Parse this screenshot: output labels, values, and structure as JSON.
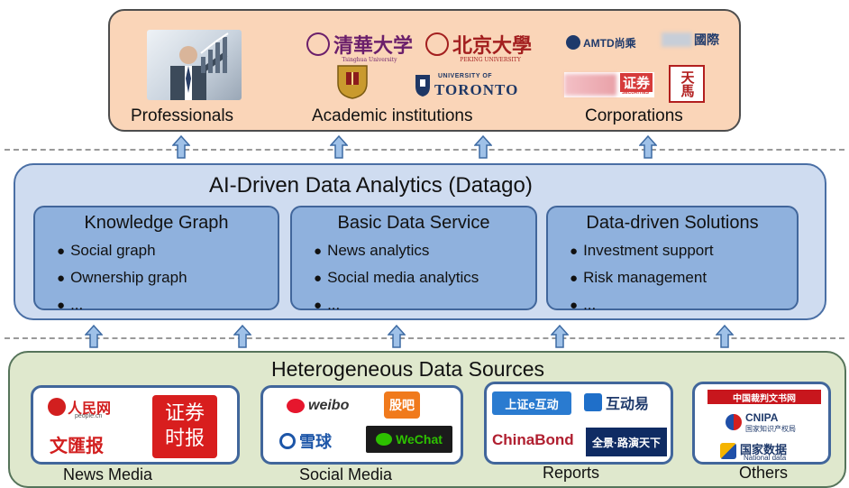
{
  "top": {
    "consumers": [
      "Professionals",
      "Academic institutions",
      "Corporations"
    ],
    "academic_logos": {
      "tsinghua_cn": "清華大学",
      "tsinghua_en": "Tsinghua University",
      "peking_cn": "北京大學",
      "peking_en": "PEKING UNIVERSITY",
      "toronto_top": "UNIVERSITY OF",
      "toronto_main": "TORONTO"
    },
    "corporate_logos": {
      "amtd": "AMTD尚乘",
      "intl": "國際",
      "securities_cn": "证券",
      "securities_en": "SECURITIES",
      "tianma": "天馬"
    }
  },
  "middle": {
    "title": "AI-Driven Data Analytics (Datago)",
    "modules": [
      {
        "title": "Knowledge Graph",
        "items": [
          "Social graph",
          "Ownership graph",
          "..."
        ]
      },
      {
        "title": "Basic Data Service",
        "items": [
          "News analytics",
          "Social media analytics",
          "..."
        ]
      },
      {
        "title": "Data-driven Solutions",
        "items": [
          "Investment support",
          "Risk management",
          "..."
        ]
      }
    ]
  },
  "bottom": {
    "title": "Heterogeneous Data Sources",
    "groups": [
      {
        "label": "News Media",
        "logos": [
          "人民网",
          "people.cn",
          "文匯报",
          "证券时报"
        ]
      },
      {
        "label": "Social Media",
        "logos": [
          "weibo",
          "股吧",
          "雪球",
          "WeChat"
        ]
      },
      {
        "label": "Reports",
        "logos": [
          "上证e互动",
          "互动易",
          "ChinaBond",
          "全景·路演天下"
        ]
      },
      {
        "label": "Others",
        "logos": [
          "中国裁判文书网",
          "CNIPA",
          "国家知识产权局",
          "国家数据",
          "National data"
        ]
      }
    ]
  },
  "colors": {
    "top_fill": "#fad5b8",
    "mid_fill": "#cfdcf0",
    "inner_fill": "#8fb1dd",
    "bottom_fill": "#dfe8cd",
    "arrow_fill": "#9fc1e8",
    "arrow_stroke": "#3d6aa3"
  }
}
